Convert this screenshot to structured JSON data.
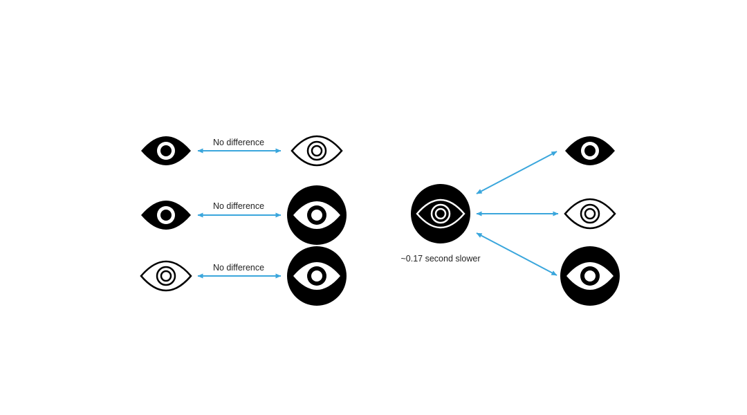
{
  "left_comparisons": [
    {
      "from": "solid-eye",
      "to": "outline-eye",
      "label": "No difference"
    },
    {
      "from": "solid-eye",
      "to": "circle-eye",
      "label": "No difference"
    },
    {
      "from": "outline-eye",
      "to": "circle-eye",
      "label": "No difference"
    }
  ],
  "right_group": {
    "source": "circle-outline-eye",
    "caption": "~0.17 second slower",
    "targets": [
      "solid-eye",
      "outline-eye",
      "circle-eye"
    ]
  },
  "colors": {
    "arrow": "#3aa6dc",
    "icon": "#000000",
    "background": "#ffffff"
  }
}
